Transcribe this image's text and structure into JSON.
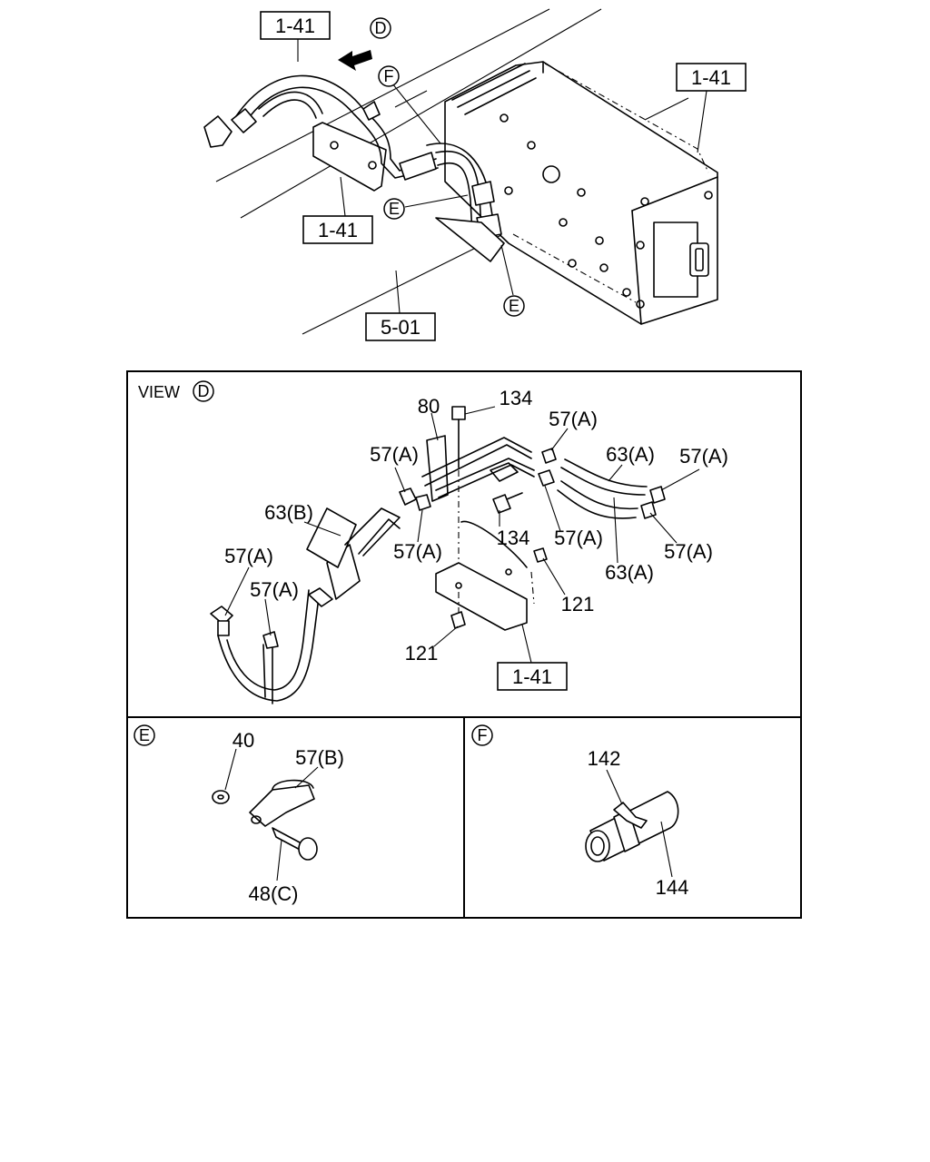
{
  "top": {
    "ref_top_left": "1-41",
    "view_marker": "D",
    "ref_top_right": "1-41",
    "marker_f": "F",
    "marker_e1": "E",
    "ref_mid": "1-41",
    "ref_bottom": "5-01",
    "marker_e2": "E"
  },
  "view_d": {
    "title": "VIEW",
    "title_marker": "D",
    "labels": {
      "p80": "80",
      "p134a": "134",
      "p57_1": "57(A)",
      "p57_2": "57(A)",
      "p63a_1": "63(A)",
      "p57_3": "57(A)",
      "p63b": "63(B)",
      "p57_4": "57(A)",
      "p134b": "134",
      "p57_5": "57(A)",
      "p57_6": "57(A)",
      "p57_7": "57(A)",
      "p57_8": "57(A)",
      "p63a_2": "63(A)",
      "p121a": "121",
      "p121b": "121",
      "ref": "1-41"
    }
  },
  "detail_e": {
    "marker": "E",
    "p40": "40",
    "p57b": "57(B)",
    "p48c": "48(C)"
  },
  "detail_f": {
    "marker": "F",
    "p142": "142",
    "p144": "144"
  }
}
